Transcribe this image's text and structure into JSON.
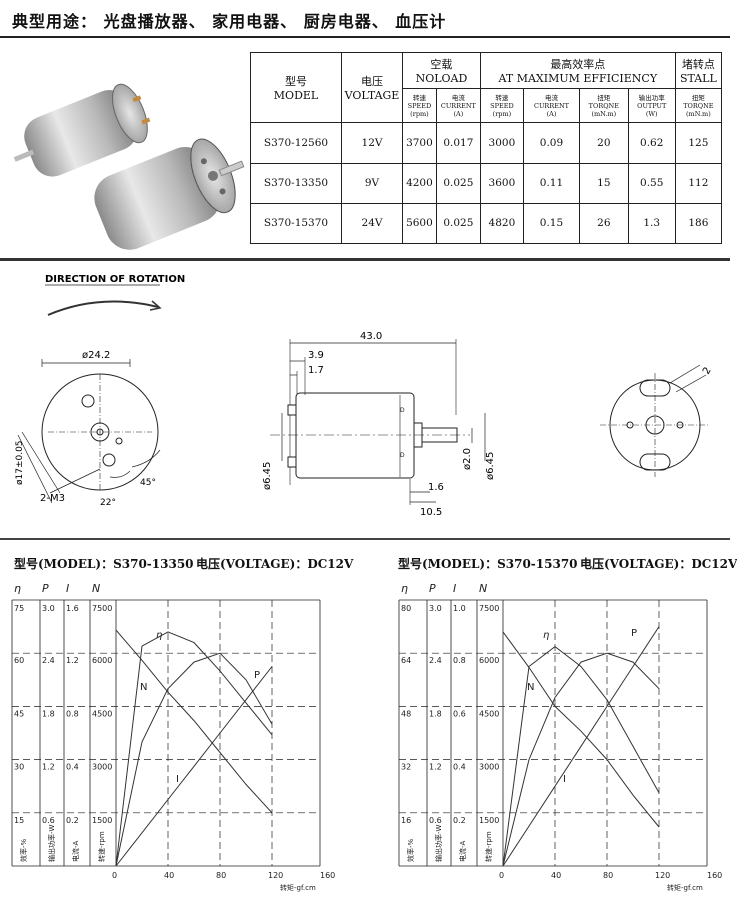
{
  "header": {
    "title": "典型用途： 光盘播放器、 家用电器、 厨房电器、 血压计"
  },
  "spec_table": {
    "model_cn": "型号",
    "model_en": "MODEL",
    "voltage_cn": "电压",
    "voltage_en": "VOLTAGE",
    "noload_cn": "空载",
    "noload_en": "NOLOAD",
    "maxeff_cn": "最高效率点",
    "maxeff_en": "AT MAXIMUM EFFICIENCY",
    "stall_cn": "堵转点",
    "stall_en": "STALL",
    "sub_speed": "转速|SPEED|(rpm)",
    "sub_current": "电流|CURRENT|(A)",
    "sub_torque": "扭矩|TORQNE|(mN.m)",
    "sub_output": "输出功率|OUTPUT|(W)",
    "sub_stall_torque": "扭矩|TORQNE|(mN.m)",
    "rows": [
      [
        "S370-12560",
        "12V",
        "3700",
        "0.017",
        "3000",
        "0.09",
        "20",
        "0.62",
        "125"
      ],
      [
        "S370-13350",
        "9V",
        "4200",
        "0.025",
        "3600",
        "0.11",
        "15",
        "0.55",
        "112"
      ],
      [
        "S370-15370",
        "24V",
        "5600",
        "0.025",
        "4820",
        "0.15",
        "26",
        "1.3",
        "186"
      ]
    ]
  },
  "drawing": {
    "rotation_label": "DIRECTION OF ROTATION",
    "dia_body": "ø24.2",
    "dia_pcd": "ø17±0.05",
    "holes": "2-M3",
    "angle1": "22°",
    "angle2": "45°",
    "len_total": "43.0",
    "len_39": "3.9",
    "len_17": "1.7",
    "len_16": "1.6",
    "len_105": "10.5",
    "dia_645_left": "ø6.45",
    "dia_shaft": "ø2.0",
    "dia_645_right": "ø6.45",
    "terminal_w": "2"
  },
  "charts": [
    {
      "model_text": "型号(MODEL)：S370-13350",
      "voltage_text": "电压(VOLTAGE)：DC12V",
      "col_symbols": [
        "η",
        "P",
        "I",
        "N"
      ],
      "eta_ticks": [
        "75",
        "60",
        "45",
        "30",
        "15"
      ],
      "p_ticks": [
        "3.0",
        "2.4",
        "1.8",
        "1.2",
        "0.6"
      ],
      "i_ticks": [
        "1.6",
        "1.2",
        "0.8",
        "0.4",
        "0.2"
      ],
      "n_ticks": [
        "7500",
        "6000",
        "4500",
        "3000",
        "1500"
      ],
      "col_labels": [
        "效率-%",
        "输出功率-W",
        "电流-A",
        "转速-rpm"
      ],
      "x_ticks": [
        "0",
        "40",
        "80",
        "120",
        "160"
      ],
      "x_unit": "转矩-gf.cm",
      "curve_labels": {
        "eta": "η",
        "p": "P",
        "n": "N",
        "i": "I"
      }
    },
    {
      "model_text": "型号(MODEL)：S370-15370",
      "voltage_text": "电压(VOLTAGE)：DC12V",
      "col_symbols": [
        "η",
        "P",
        "I",
        "N"
      ],
      "eta_ticks": [
        "80",
        "64",
        "48",
        "32",
        "16"
      ],
      "p_ticks": [
        "3.0",
        "2.4",
        "1.8",
        "1.2",
        "0.6"
      ],
      "i_ticks": [
        "1.0",
        "0.8",
        "0.6",
        "0.4",
        "0.2"
      ],
      "n_ticks": [
        "7500",
        "6000",
        "4500",
        "3000",
        "1500"
      ],
      "col_labels": [
        "效率-%",
        "输出功率-W",
        "电流-A",
        "转速-rpm"
      ],
      "x_ticks": [
        "0",
        "40",
        "80",
        "120",
        "160"
      ],
      "x_unit": "转矩-gf.cm",
      "curve_labels": {
        "eta": "η",
        "p": "P",
        "n": "N",
        "i": "I"
      }
    }
  ],
  "chart_data": [
    {
      "type": "line",
      "title": "",
      "x": [
        0,
        20,
        40,
        60,
        80,
        100,
        120
      ],
      "series": [
        {
          "name": "N",
          "values": [
            6650,
            5800,
            4900,
            4100,
            3200,
            2300,
            1500
          ]
        },
        {
          "name": "η",
          "values": [
            0,
            62,
            66,
            63,
            55,
            46,
            37
          ]
        },
        {
          "name": "P",
          "values": [
            0,
            1.4,
            2.0,
            2.3,
            2.4,
            2.1,
            1.6
          ]
        },
        {
          "name": "I",
          "values": [
            0.0,
            0.2,
            0.4,
            0.6,
            0.8,
            1.0,
            1.2
          ]
        }
      ],
      "xlim": [
        0,
        160
      ]
    },
    {
      "type": "line",
      "title": "",
      "x": [
        0,
        20,
        40,
        60,
        80,
        100,
        120
      ],
      "series": [
        {
          "name": "N",
          "values": [
            6600,
            5600,
            4500,
            3800,
            3000,
            2000,
            1100
          ]
        },
        {
          "name": "η",
          "values": [
            0,
            60,
            66,
            60,
            50,
            36,
            22
          ]
        },
        {
          "name": "P",
          "values": [
            0,
            1.2,
            1.9,
            2.3,
            2.4,
            2.3,
            2.0
          ]
        },
        {
          "name": "I",
          "values": [
            0.0,
            0.15,
            0.3,
            0.45,
            0.6,
            0.75,
            0.9
          ]
        }
      ],
      "xlim": [
        0,
        160
      ]
    }
  ]
}
